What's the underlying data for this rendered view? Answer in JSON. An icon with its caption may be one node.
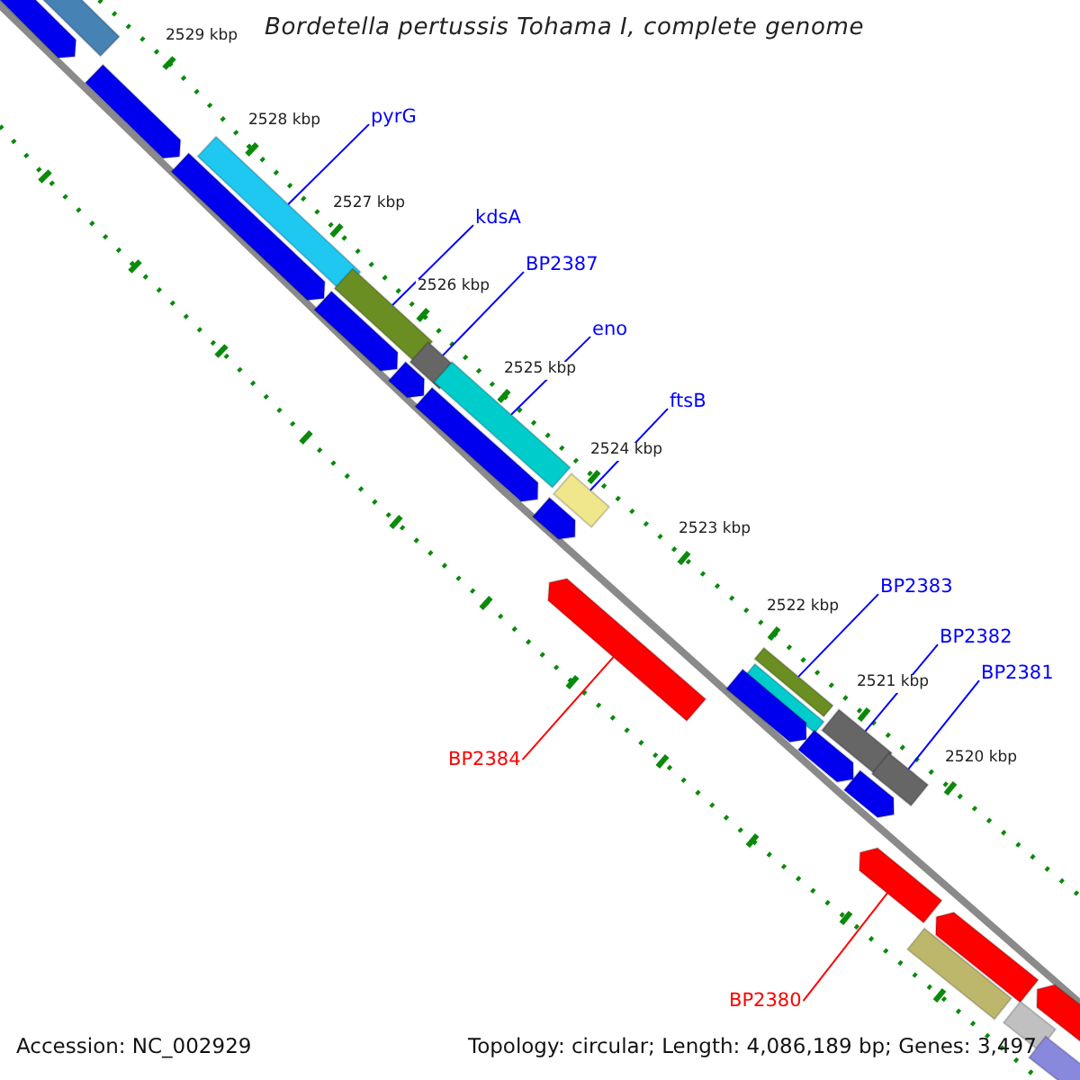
{
  "diagram": {
    "title": "Bordetella pertussis Tohama I, complete genome",
    "nodes": [
      {
        "text": [
          "pyrG"
        ]
      },
      {
        "text": [],
        "shape": "bar"
      },
      {
        "text": [
          "kdsA"
        ]
      },
      {
        "text": [],
        "shape": "bar"
      },
      {
        "text": [
          "BP2387"
        ]
      },
      {
        "text": [],
        "shape": "bar"
      },
      {
        "text": [
          "eno"
        ]
      },
      {
        "text": [],
        "shape": "bar"
      },
      {
        "text": [
          "ftsB"
        ]
      },
      {
        "text": [],
        "shape": "bar"
      },
      {
        "text": [
          "BP2383"
        ]
      },
      {
        "text": [],
        "shape": "bar"
      },
      {
        "text": [
          "BP2382"
        ]
      },
      {
        "text": [],
        "shape": "bar"
      },
      {
        "text": [
          "BP2381"
        ]
      },
      {
        "text": [],
        "shape": "bar"
      },
      {
        "text": [
          "BP2384"
        ]
      },
      {
        "text": [],
        "shape": "bar"
      },
      {
        "text": [
          "BP2380"
        ]
      },
      {
        "text": [],
        "shape": "bar"
      },
      {
        "text": [],
        "shape": "bar"
      },
      {
        "text": [],
        "shape": "bar"
      },
      {
        "text": [],
        "shape": "bar"
      },
      {
        "text": [],
        "shape": "bar"
      },
      {
        "text": [],
        "shape": "bar"
      },
      {
        "text": [],
        "shape": "bar"
      },
      {
        "text": [],
        "shape": "bar"
      },
      {
        "text": [],
        "shape": "bar"
      },
      {
        "text": [],
        "shape": "bar"
      },
      {
        "text": [],
        "shape": "bar"
      },
      {
        "text": [],
        "shape": "bar"
      },
      {
        "text": [],
        "shape": "bar"
      },
      {
        "text": [],
        "shape": "bar"
      },
      {
        "text": [],
        "shape": "bar"
      },
      {
        "text": [],
        "shape": "bar"
      },
      {
        "text": [],
        "shape": "bar"
      },
      {
        "text": [],
        "shape": "bar"
      }
    ],
    "edges": [
      {
        "from": 0,
        "to": 1,
        "arrow": "none"
      },
      {
        "from": 2,
        "to": 3,
        "arrow": "none"
      },
      {
        "from": 4,
        "to": 5,
        "arrow": "none"
      },
      {
        "from": 6,
        "to": 7,
        "arrow": "none"
      },
      {
        "from": 8,
        "to": 9,
        "arrow": "none"
      },
      {
        "from": 10,
        "to": 11,
        "arrow": "none"
      },
      {
        "from": 12,
        "to": 13,
        "arrow": "none"
      },
      {
        "from": 14,
        "to": 15,
        "arrow": "none"
      },
      {
        "from": 16,
        "to": 17,
        "arrow": "none",
        "color": "#ff0000"
      },
      {
        "from": 18,
        "to": 19,
        "arrow": "none",
        "color": "#ff0000"
      }
    ],
    "labels": [
      "2529 kbp",
      "2528 kbp",
      "2527 kbp",
      "2526 kbp",
      "2525 kbp",
      "2524 kbp",
      "2523 kbp",
      "2522 kbp",
      "2521 kbp",
      "2520 kbp",
      "Accession: NC_002929",
      "Topology: circular; Length: 4,086,189 bp; Genes: 3,497"
    ]
  }
}
